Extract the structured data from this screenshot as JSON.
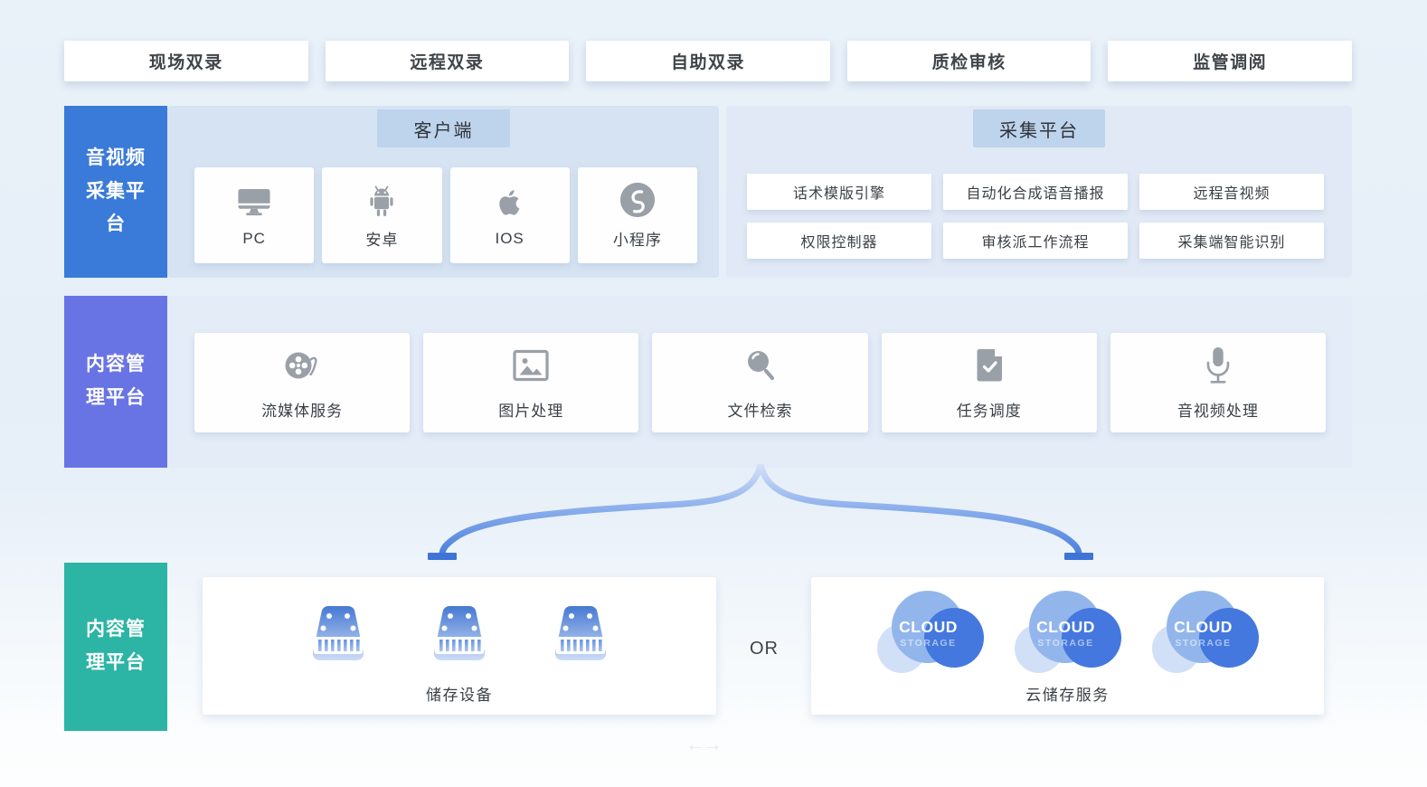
{
  "colors": {
    "sidebar_blue": "#3a7ad8",
    "sidebar_purple": "#6974e4",
    "sidebar_teal": "#2cb4a4",
    "brace_blue": "#4a7fdb",
    "header_chip_bg": "#bed3ec",
    "icon_gray": "#9aa0a7"
  },
  "top_tabs": [
    "现场双录",
    "远程双录",
    "自助双录",
    "质检审核",
    "监管调阅"
  ],
  "capture_row": {
    "sidebar_label": "音视频采集平台",
    "client": {
      "header": "客户端",
      "items": [
        {
          "label": "PC",
          "icon": "pc-monitor-icon"
        },
        {
          "label": "安卓",
          "icon": "android-icon"
        },
        {
          "label": "IOS",
          "icon": "apple-icon"
        },
        {
          "label": "小程序",
          "icon": "miniprogram-icon"
        }
      ]
    },
    "platform": {
      "header": "采集平台",
      "items": [
        "话术模版引擎",
        "自动化合成语音播报",
        "远程音视频",
        "权限控制器",
        "审核派工作流程",
        "采集端智能识别"
      ]
    }
  },
  "content_row": {
    "sidebar_label": "内容管理平台",
    "items": [
      {
        "label": "流媒体服务",
        "icon": "film-reel-icon"
      },
      {
        "label": "图片处理",
        "icon": "image-icon"
      },
      {
        "label": "文件检索",
        "icon": "search-icon"
      },
      {
        "label": "任务调度",
        "icon": "task-check-icon"
      },
      {
        "label": "音视频处理",
        "icon": "microphone-icon"
      }
    ]
  },
  "storage_row": {
    "sidebar_label": "内容管理平台",
    "or_label": "OR",
    "local": {
      "label": "储存设备",
      "device_count": 3
    },
    "cloud": {
      "label": "云储存服务",
      "cloud_count": 3,
      "badge_line1": "CLOUD",
      "badge_line2": "STORAGE"
    }
  },
  "decor": {
    "swap_arrows": "←→"
  }
}
